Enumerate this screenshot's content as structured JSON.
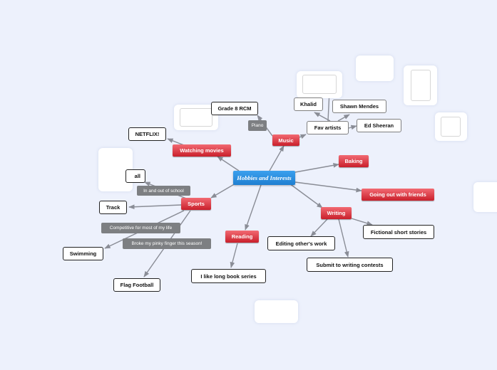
{
  "colors": {
    "background": "#edf1fc",
    "center_top": "#3ba0ee",
    "center_bottom": "#1f7fd1",
    "main_top": "#f26a72",
    "main_bottom": "#c9202c",
    "line": "#8a8d96"
  },
  "icons": {
    "placeholder": "camera-icon"
  },
  "center": {
    "label": "Hobbies and Interests"
  },
  "main_topics": {
    "music": "Music",
    "watching_movies": "Watching movies",
    "baking": "Baking",
    "going_out": "Going out with friends",
    "sports": "Sports",
    "reading": "Reading",
    "writing": "Writing"
  },
  "subtopics": {
    "grade8": "Grade 8 RCM",
    "fav_artists": "Fav artists",
    "khalid": "Khalid",
    "shawn": "Shawn Mendes",
    "ed": "Ed Sheeran",
    "netflix": "NETFLIX!",
    "ball": "all",
    "track": "Track",
    "swimming": "Swimming",
    "flag_football": "Flag Football",
    "long_book": "I like long book series",
    "editing": "Editing other's work",
    "submit": "Submit to writing contests",
    "fictional": "Fictional short stories"
  },
  "notes": {
    "piano": "Piano",
    "in_and_out": "In and out of school",
    "competitive": "Competitive for most of my life",
    "broke": "Broke my pinky finger this season!"
  }
}
